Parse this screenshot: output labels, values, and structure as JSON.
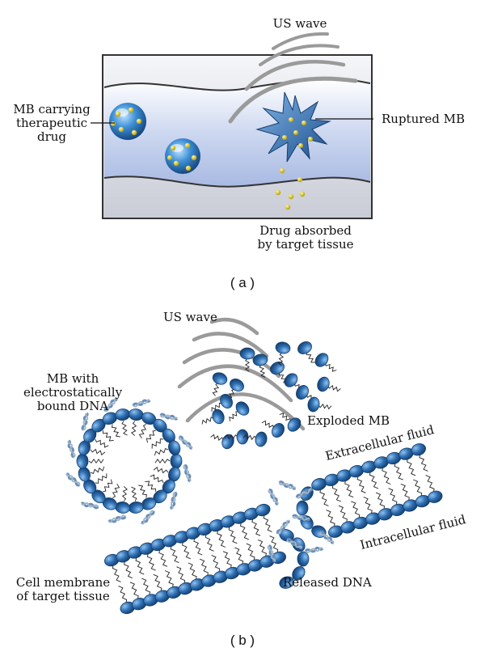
{
  "panel_a": {
    "caption": "( a )",
    "labels": {
      "us_wave": "US wave",
      "mb_carrying_1": "MB carrying",
      "mb_carrying_2": "therapeutic",
      "mb_carrying_3": "drug",
      "ruptured_mb": "Ruptured MB",
      "drug_absorbed_1": "Drug absorbed",
      "drug_absorbed_2": "by target tissue"
    }
  },
  "panel_b": {
    "caption": "( b )",
    "labels": {
      "us_wave": "US wave",
      "mb_dna_1": "MB with",
      "mb_dna_2": "electrostatically",
      "mb_dna_3": "bound DNA",
      "exploded_mb": "Exploded MB",
      "extracellular": "Extracellular fluid",
      "intracellular": "Intracellular fluid",
      "released_dna": "Released DNA",
      "cell_membrane_1": "Cell membrane",
      "cell_membrane_2": "of target tissue"
    }
  },
  "colors": {
    "bead": "#2f6fb2",
    "bead_dark": "#1c4a80",
    "drug_particle": "#e6d21a",
    "wave": "#9a9a9a",
    "vessel_fill": "#d9dce6"
  }
}
